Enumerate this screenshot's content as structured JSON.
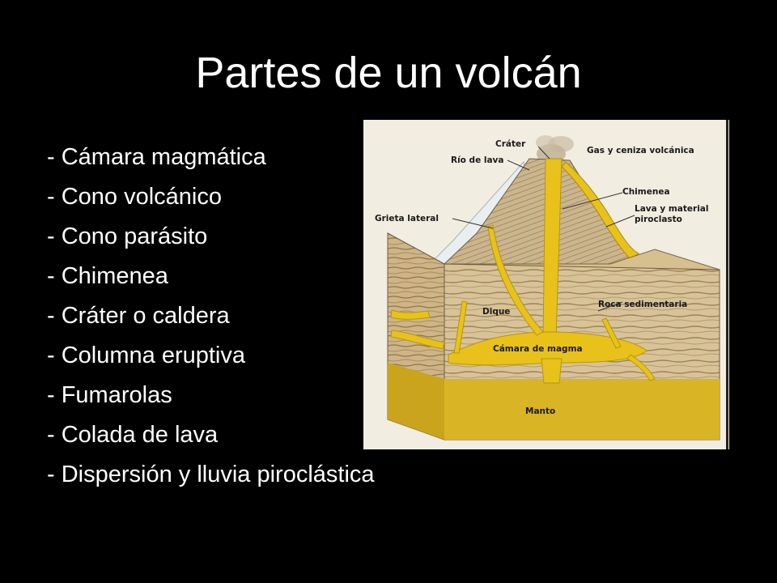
{
  "slide": {
    "title": "Partes de un volcán",
    "bullets": [
      "- Cámara magmática",
      "- Cono volcánico",
      "- Cono parásito",
      "- Chimenea",
      "- Cráter o caldera",
      "- Columna eruptiva",
      "- Fumarolas",
      "- Colada de lava",
      "- Dispersión y lluvia piroclástica"
    ]
  },
  "diagram": {
    "labels": {
      "crater": "Cráter",
      "gas": "Gas y ceniza volcánica",
      "lava_river": "Río de lava",
      "chimney": "Chimenea",
      "lava_material_1": "Lava y material",
      "lava_material_2": "piroclasto",
      "lateral_crack": "Grieta lateral",
      "dike": "Dique",
      "sedimentary_rock": "Roca sedimentaria",
      "magma_chamber": "Cámara de magma",
      "mantle": "Manto"
    },
    "colors": {
      "background": "#f1ede0",
      "magma": "#e8c21a",
      "rock_light": "#d9c49a",
      "rock_dark": "#b89a68",
      "cone": "#c9b48a",
      "mantle": "#d8b320"
    }
  }
}
